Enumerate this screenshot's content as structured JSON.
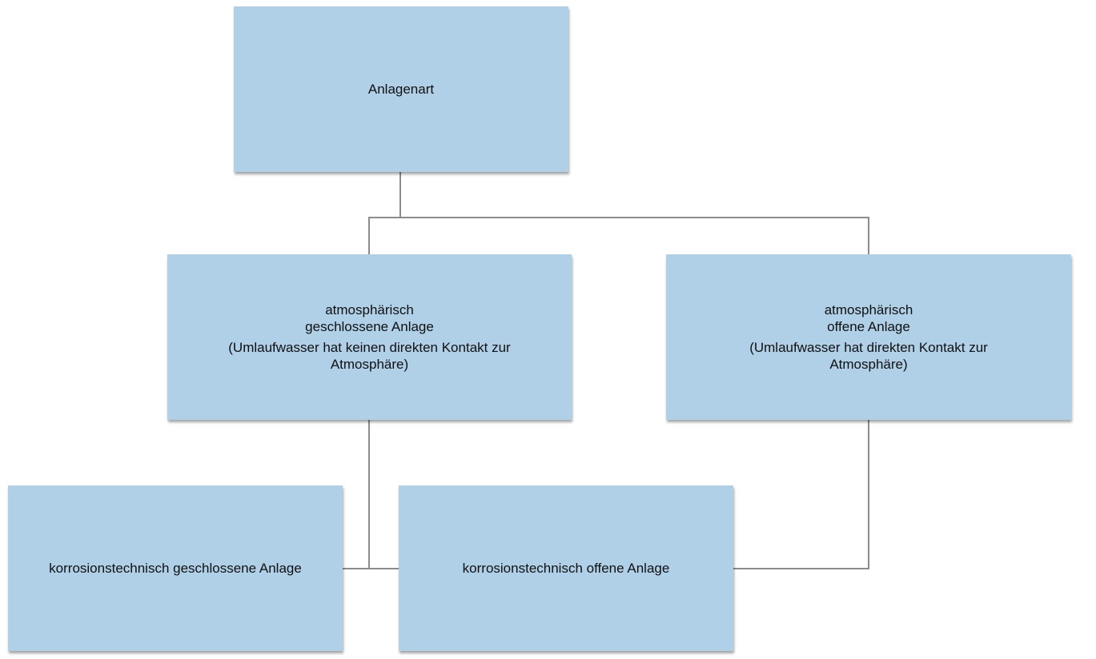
{
  "diagram": {
    "root": {
      "label": "Anlagenart"
    },
    "left": {
      "line1": "atmosphärisch",
      "line2": "geschlossene Anlage",
      "line3": "(Umlaufwasser hat keinen direkten Kontakt zur",
      "line4": "Atmosphäre)"
    },
    "right": {
      "line1": "atmosphärisch",
      "line2": "offene Anlage",
      "line3": "(Umlaufwasser hat direkten Kontakt zur",
      "line4": "Atmosphäre)"
    },
    "bottom_left": {
      "label": "korrosionstechnisch geschlossene Anlage"
    },
    "bottom_middle": {
      "label": "korrosionstechnisch offene Anlage"
    },
    "colors": {
      "box_fill": "#b0d0e8",
      "connector": "#8c8c8c",
      "text": "#111111"
    }
  }
}
